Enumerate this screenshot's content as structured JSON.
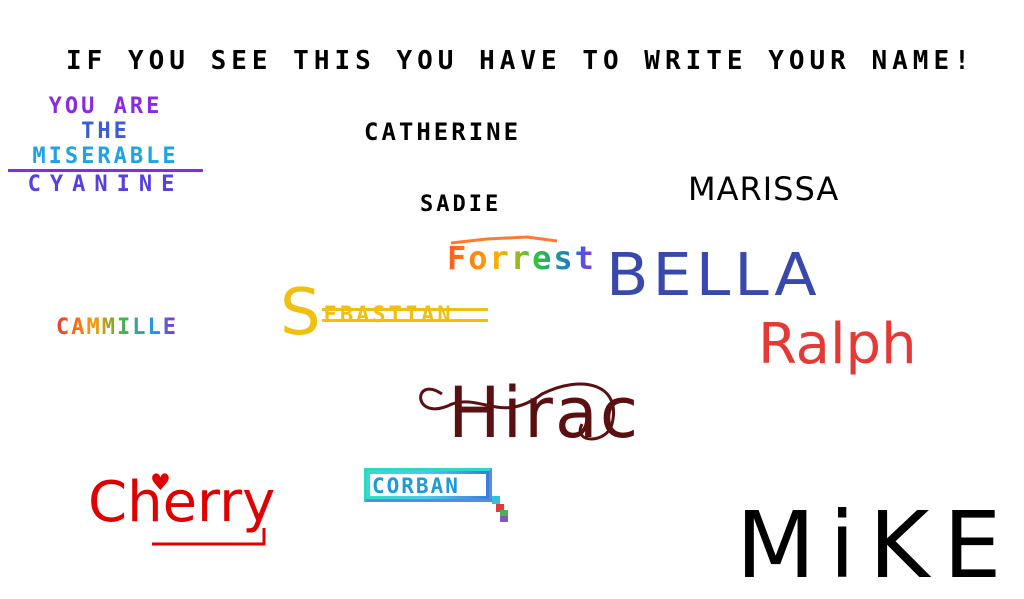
{
  "header": {
    "title": "IF YOU SEE THIS YOU HAVE TO WRITE YOUR NAME!"
  },
  "signatures": {
    "you_are_the_miserable_cyanine": {
      "line1": "YOU ARE",
      "line2": "THE",
      "line3": "MISERABLE",
      "line4": "CYANINE"
    },
    "catherine": "CATHERINE",
    "sadie": "SADIE",
    "marissa": "MARISSA",
    "forrest": "Forrest",
    "bella": "BELLA",
    "sebastian_initial": "S",
    "sebastian_rest": "EBASTIAN",
    "cammille": "CAMMILLE",
    "ralph": "Ralph",
    "hirac": "Hirac",
    "cherry": "Cherry",
    "corban": "CORBAN",
    "mike": "MiKE"
  },
  "colors": {
    "background": "#ffffff",
    "text": "#000000",
    "cyanine_purple": "#8a2be2",
    "sebastian_yellow": "#f0c010",
    "bella_blue": "#3949ab",
    "ralph_red": "#e53935",
    "hirac_brown": "#5a1010",
    "cherry_red": "#e00000",
    "corban_teal": "#1f9ad8"
  },
  "icons": {
    "heart": "heart-icon",
    "crayon": "crayon-icon"
  }
}
